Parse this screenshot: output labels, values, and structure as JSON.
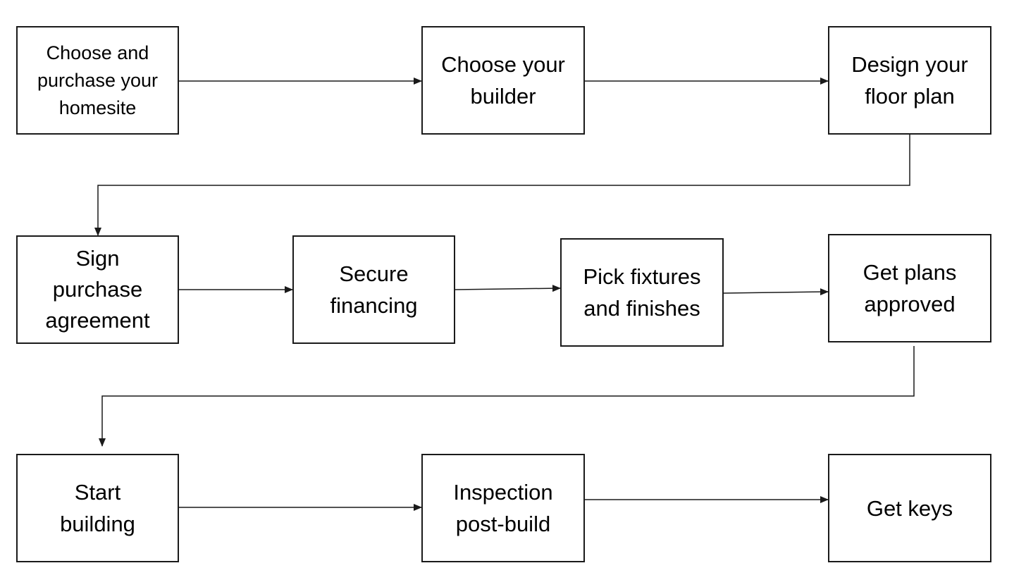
{
  "steps": [
    "Choose and\npurchase your\nhomesite",
    "Choose your\nbuilder",
    "Design your\nfloor plan",
    "Sign\npurchase\nagreement",
    "Secure\nfinancing",
    "Pick fixtures\nand finishes",
    "Get plans\napproved",
    "Start\nbuilding",
    "Inspection\npost-build",
    "Get keys"
  ],
  "colors": {
    "stroke": "#1a1a1a",
    "background": "#ffffff",
    "text": "#000000"
  }
}
